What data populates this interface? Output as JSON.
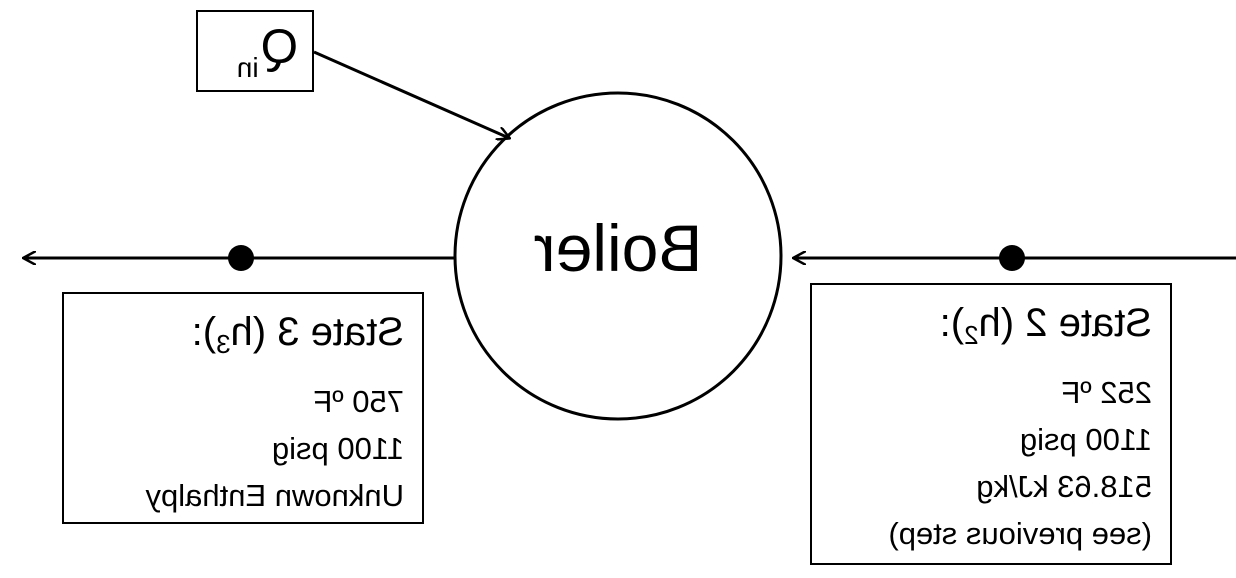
{
  "diagram": {
    "component_label": "Boiler",
    "heat_in": {
      "symbol": "Q",
      "subscript": "in"
    },
    "state2": {
      "title_prefix": "State 2 (h",
      "title_sub": "2",
      "title_suffix": "):",
      "lines": [
        "252 ºF",
        "1100 psig",
        "518.63 kJ/kg",
        "(see previous step)"
      ]
    },
    "state3": {
      "title_prefix": "State 3 (h",
      "title_sub": "3",
      "title_suffix": "):",
      "lines": [
        "750 ºF",
        "1100 psig",
        "Unknown Enthalpy"
      ]
    },
    "colors": {
      "stroke": "#000000",
      "background": "#ffffff"
    }
  }
}
